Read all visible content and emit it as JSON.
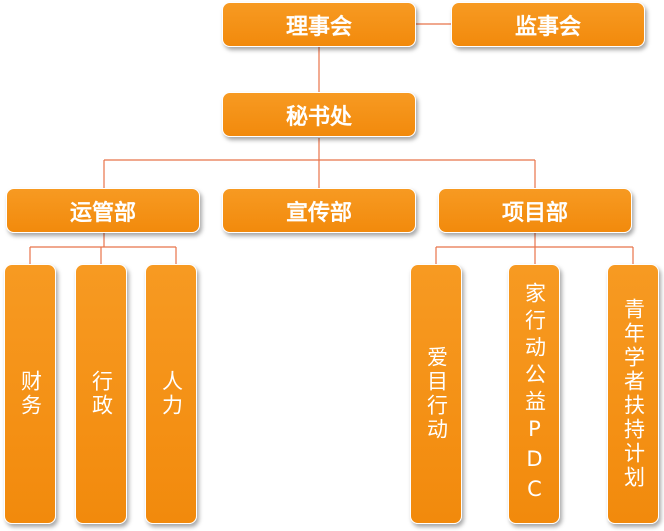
{
  "org": {
    "board": "理事会",
    "supervisors": "监事会",
    "secretariat": "秘书处",
    "departments": [
      {
        "name": "运管部",
        "units": [
          "财务",
          "行政",
          "人力"
        ]
      },
      {
        "name": "宣传部",
        "units": []
      },
      {
        "name": "项目部",
        "units": [
          "爱目行动",
          "家行动公益PDC",
          "青年学者扶持计划"
        ]
      }
    ]
  },
  "colors": {
    "box": "#f28a0c",
    "line": "#e8734a",
    "text": "#ffffff"
  }
}
